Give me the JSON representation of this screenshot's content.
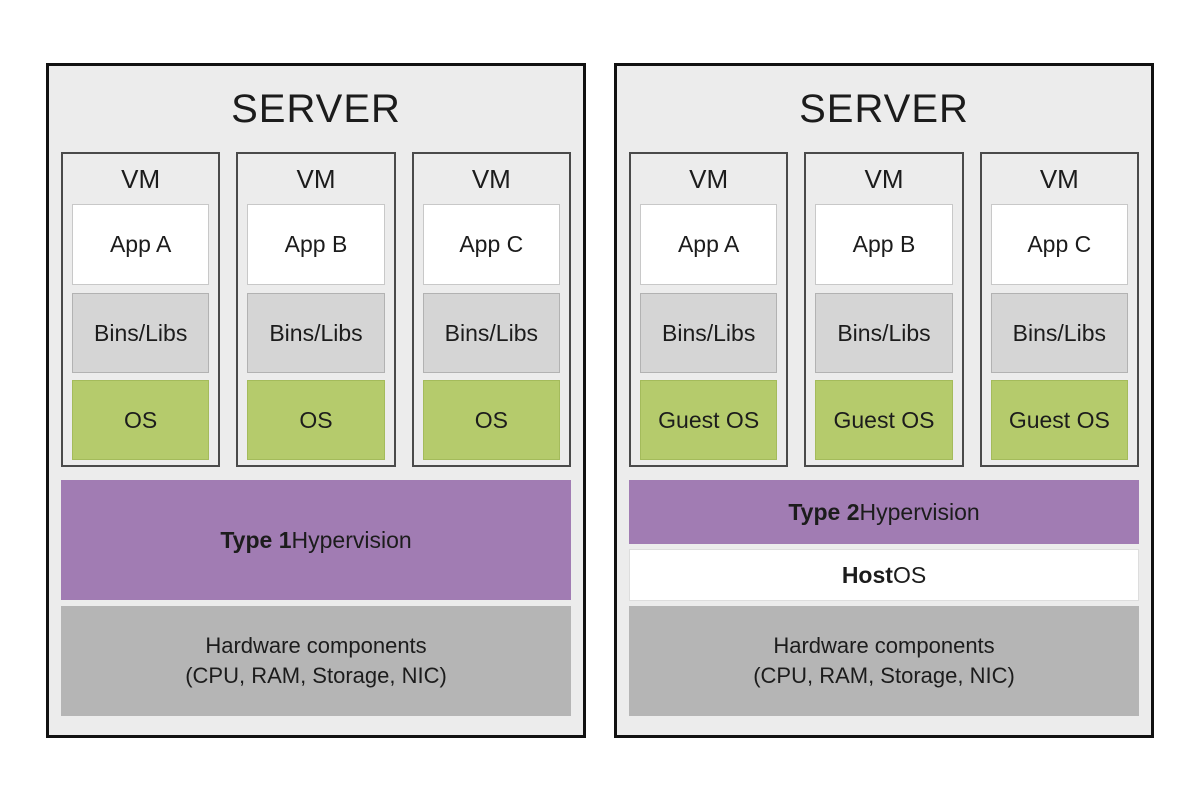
{
  "colors": {
    "server_background": "#ececec",
    "server_border": "#111111",
    "app_box": "#ffffff",
    "bins_box": "#d5d5d5",
    "os_box_green": "#b5cb6c",
    "hypervisor_purple": "#a17cb3",
    "host_os_white": "#ffffff",
    "hardware_gray": "#b5b5b5",
    "text": "#1c1c1c"
  },
  "servers": [
    {
      "title": "SERVER",
      "vms": [
        {
          "label": "VM",
          "app": "App A",
          "middleware": "Bins/Libs",
          "os": "OS"
        },
        {
          "label": "VM",
          "app": "App B",
          "middleware": "Bins/Libs",
          "os": "OS"
        },
        {
          "label": "VM",
          "app": "App C",
          "middleware": "Bins/Libs",
          "os": "OS"
        }
      ],
      "hypervisor_bold": "Type 1",
      "hypervisor_rest": " Hypervision",
      "hardware_line1": "Hardware components",
      "hardware_line2": "(CPU, RAM, Storage, NIC)"
    },
    {
      "title": "SERVER",
      "vms": [
        {
          "label": "VM",
          "app": "App A",
          "middleware": "Bins/Libs",
          "os": "Guest OS"
        },
        {
          "label": "VM",
          "app": "App B",
          "middleware": "Bins/Libs",
          "os": "Guest OS"
        },
        {
          "label": "VM",
          "app": "App C",
          "middleware": "Bins/Libs",
          "os": "Guest OS"
        }
      ],
      "hypervisor_bold": "Type 2",
      "hypervisor_rest": " Hypervision",
      "host_os_bold": "Host",
      "host_os_rest": " OS",
      "hardware_line1": "Hardware components",
      "hardware_line2": "(CPU, RAM, Storage, NIC)"
    }
  ]
}
